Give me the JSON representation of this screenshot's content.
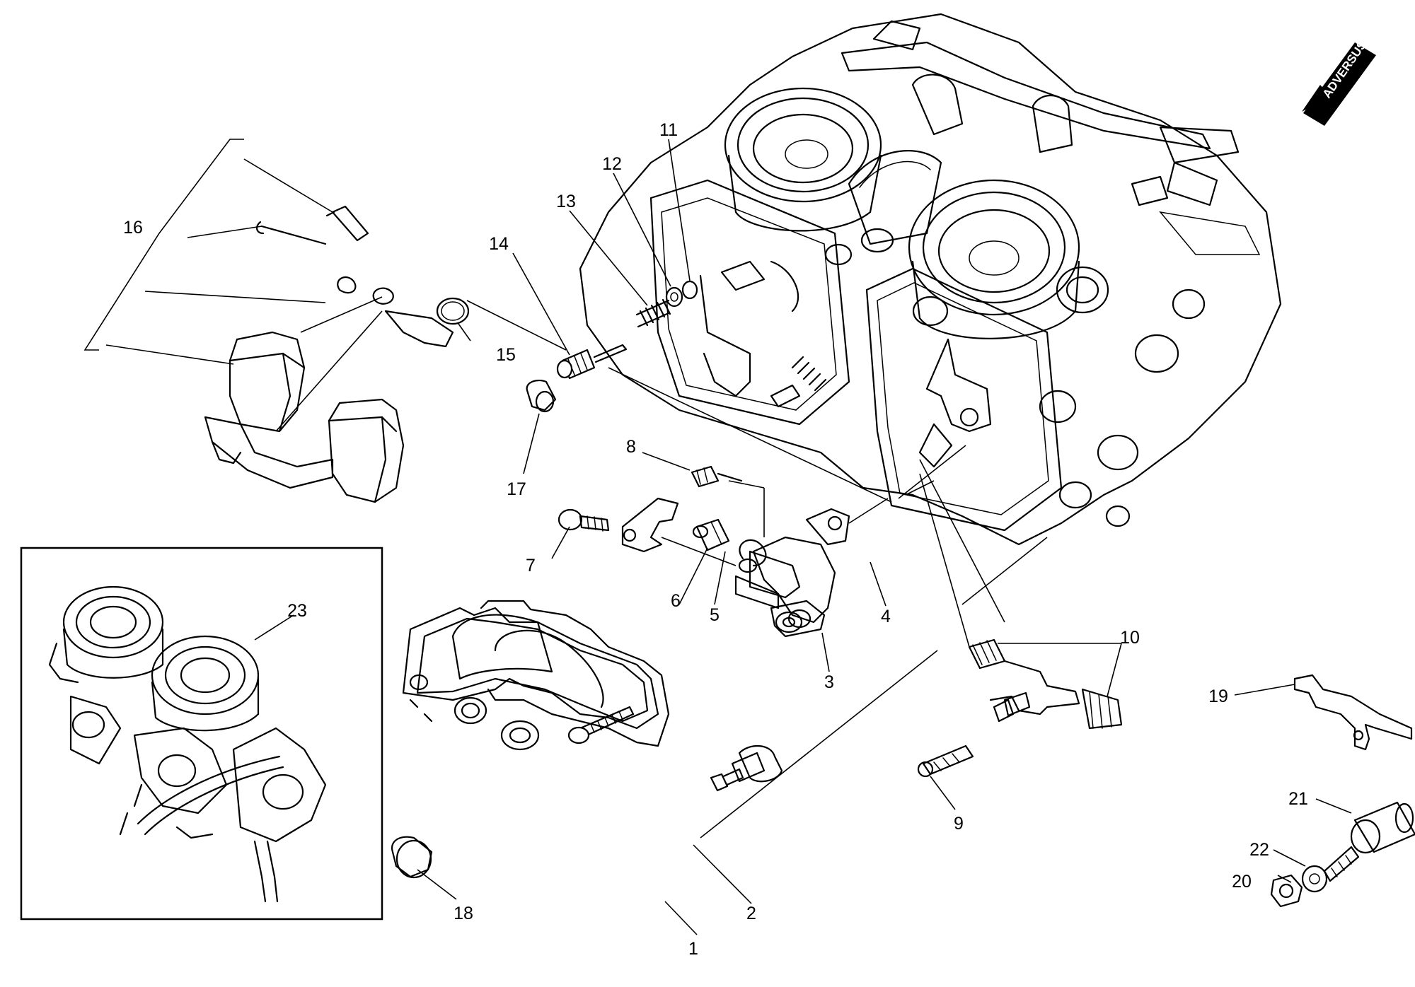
{
  "brand": {
    "logo_text": "ADVERSUS"
  },
  "callouts": {
    "c1": "1",
    "c2": "2",
    "c3": "3",
    "c4": "4",
    "c5": "5",
    "c6": "6",
    "c7": "7",
    "c8": "8",
    "c9": "9",
    "c10": "10",
    "c11": "11",
    "c12": "12",
    "c13": "13",
    "c14": "14",
    "c15": "15",
    "c16": "16",
    "c17": "17",
    "c18": "18",
    "c19": "19",
    "c20": "20",
    "c21": "21",
    "c22": "22",
    "c23": "23"
  }
}
